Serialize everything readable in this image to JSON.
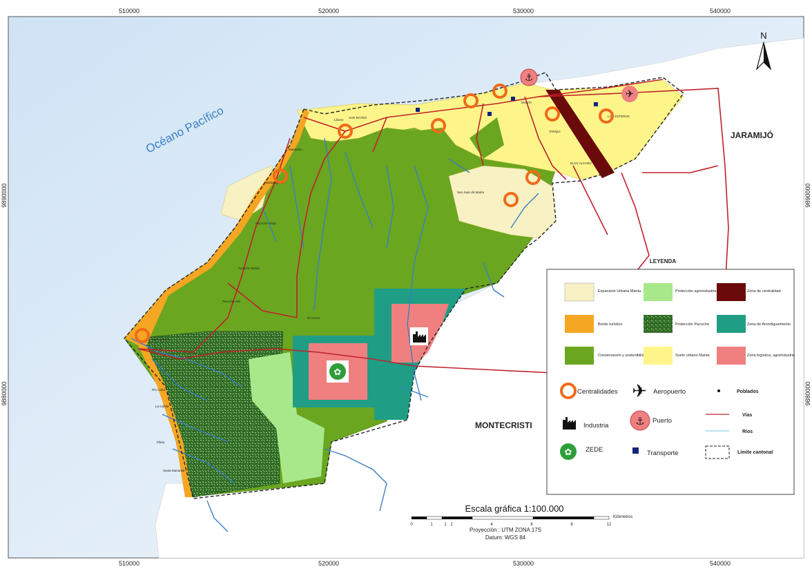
{
  "map": {
    "x_coords_top": [
      "510000",
      "520000",
      "530000",
      "540000"
    ],
    "x_coords_bottom": [
      "510000",
      "520000",
      "530000",
      "540000"
    ],
    "y_coords": [
      "9890000",
      "9880000"
    ],
    "north_label": "N",
    "sea_label": "Océano Pacífico",
    "region_labels": [
      "JARAMIJÓ",
      "MONTECRISTI"
    ],
    "towns": [
      "Liborio",
      "SAN MATEO",
      "Mazanillo",
      "Barbasquillo",
      "San Juan de Manta",
      "MANTA",
      "LOS ESTEROS",
      "TARQUI",
      "ELOY ALFARO",
      "Pacoche Abajo",
      "Pacoche Medio",
      "Pacoche Alto",
      "El Aromo",
      "San Lorenzo",
      "Río Caña",
      "La Cañita",
      "Pileta",
      "Santa Marianita"
    ],
    "scale_title": "Escala gráfica 1:100.000",
    "scale_ticks": [
      "0",
      "1",
      "1",
      "2",
      "4",
      "6",
      "8",
      "12"
    ],
    "scale_unit": "Kilómetros",
    "projection": "Proyección : UTM ZONA 17S",
    "datum": "Datum: WGS 84"
  },
  "legend": {
    "title": "LEYENDA",
    "zones": [
      {
        "label": "Expansión Urbana Manta",
        "color": "#f7f1c4"
      },
      {
        "label": "Protección agroindustria",
        "color": "#a8e88a"
      },
      {
        "label": "Zona de centralidad",
        "color": "#6b0a0a"
      },
      {
        "label": "Borde turístico",
        "color": "#f5a623"
      },
      {
        "label": "Protección Pacoche",
        "color": "#2f6b24"
      },
      {
        "label": "Zona de Amortiguamiento",
        "color": "#1f9e85"
      },
      {
        "label": "Conservación y sostenibilidad",
        "color": "#6aa620"
      },
      {
        "label": "Suelo urbano Manta",
        "color": "#fdf58a"
      },
      {
        "label": "Zona logística, agroindustria",
        "color": "#f08080"
      }
    ],
    "symbols": {
      "centralidades": "Centralidades",
      "aeropuerto": "Aeropuerto",
      "poblados": "Poblados",
      "vias": "Vías",
      "industria": "Industria",
      "puerto": "Puerto",
      "rios": "Ríos",
      "zede": "ZEDE",
      "transporte": "Transporte",
      "limite": "Límite cantonal"
    }
  }
}
